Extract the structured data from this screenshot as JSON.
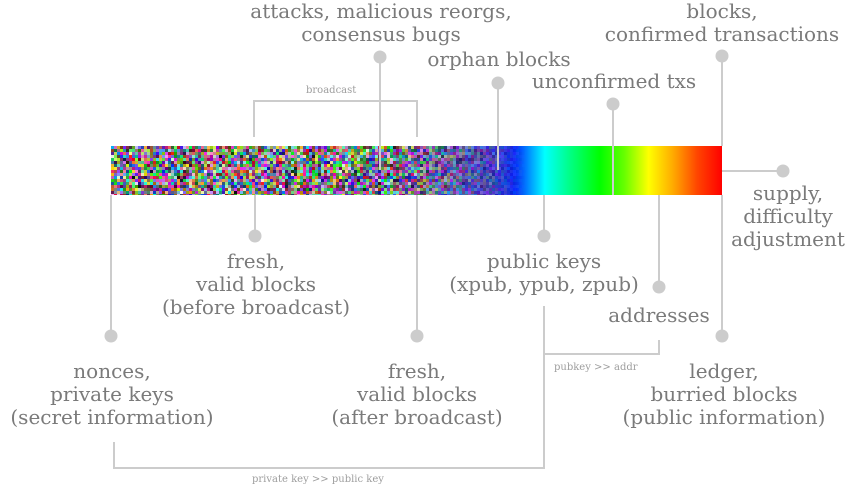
{
  "labels": {
    "attacks": "attacks, malicious reorgs,\nconsensus bugs",
    "blocks_confirmed": "blocks,\nconfirmed transactions",
    "orphan_blocks": "orphan blocks",
    "unconfirmed_txs": "unconfirmed txs",
    "supply": "supply,\ndifficulty\nadjustment",
    "fresh_before": "fresh,\nvalid blocks\n(before broadcast)",
    "public_keys": "public keys\n(xpub, ypub, zpub)",
    "addresses": "addresses",
    "nonces": "nonces,\nprivate keys\n(secret information)",
    "fresh_after": "fresh,\nvalid blocks\n(after broadcast)",
    "ledger": "ledger,\nburried blocks\n(public information)"
  },
  "small_labels": {
    "broadcast": "broadcast",
    "pubkey_addr": "pubkey >> addr",
    "privkey_pubkey": "private key >> public key"
  },
  "colors": {
    "line": "#cccccc",
    "text": "#7a7a7a",
    "small_text": "#9e9e9e",
    "spectrum": [
      "#0000ff",
      "#00ffff",
      "#00ff00",
      "#ffff00",
      "#ff8800",
      "#ff0000"
    ]
  }
}
